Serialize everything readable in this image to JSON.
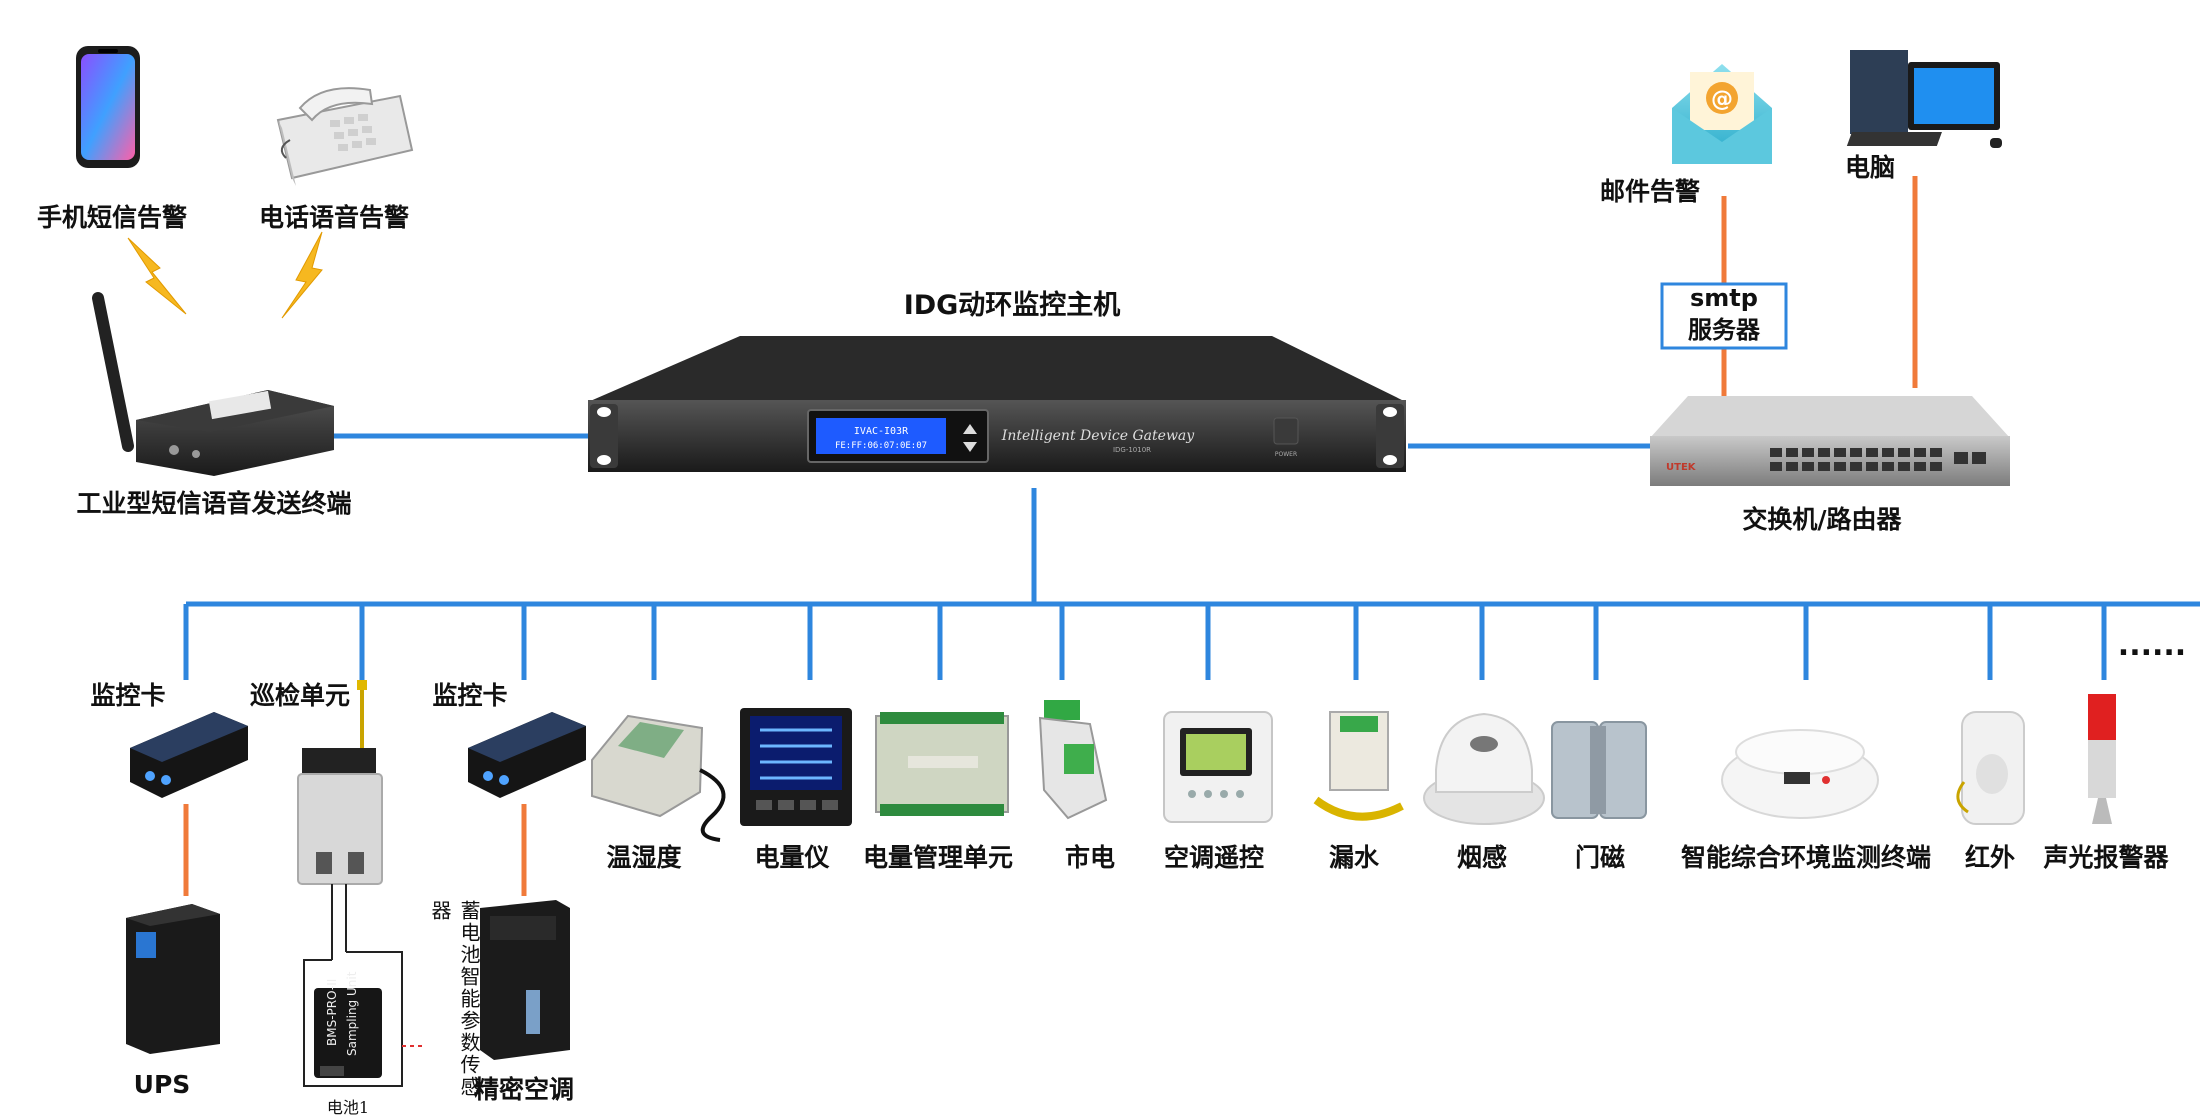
{
  "host": {
    "title": "IDG动环监控主机",
    "lcd_line1": "IVAC-I03R",
    "lcd_line2": "FE:FF:06:07:0E:07",
    "brand": "Intelligent Device Gateway",
    "model": "IDG-1010R",
    "power_label": "POWER"
  },
  "top_left": {
    "sms_alarm": "手机短信告警",
    "voice_alarm": "电话语音告警",
    "terminal": "工业型短信语音发送终端"
  },
  "top_right": {
    "mail_alarm": "邮件告警",
    "computer": "电脑",
    "smtp_line1": "smtp",
    "smtp_line2": "服务器",
    "switch": "交换机/路由器",
    "switch_brand": "UTEK"
  },
  "devices": [
    {
      "label": "监控卡"
    },
    {
      "label": "巡检单元"
    },
    {
      "label": "监控卡"
    },
    {
      "label": "温湿度"
    },
    {
      "label": "电量仪"
    },
    {
      "label": "电量管理单元"
    },
    {
      "label": "市电"
    },
    {
      "label": "空调遥控"
    },
    {
      "label": "漏水"
    },
    {
      "label": "烟感"
    },
    {
      "label": "门磁"
    },
    {
      "label": "智能综合环境监测终端"
    },
    {
      "label": "红外"
    },
    {
      "label": "声光报警器"
    }
  ],
  "bottom": {
    "ups": "UPS",
    "precision_ac": "精密空调",
    "battery_sensor": "蓄电池智能参数传感器",
    "battery": "电池1",
    "bms_line1": "BMS-PRO-II",
    "bms_line2": "Sampling Unit"
  },
  "more": "......",
  "colors": {
    "bus": "#2e86de",
    "orange": "#f07a3a",
    "smtp_border": "#2e86de"
  }
}
